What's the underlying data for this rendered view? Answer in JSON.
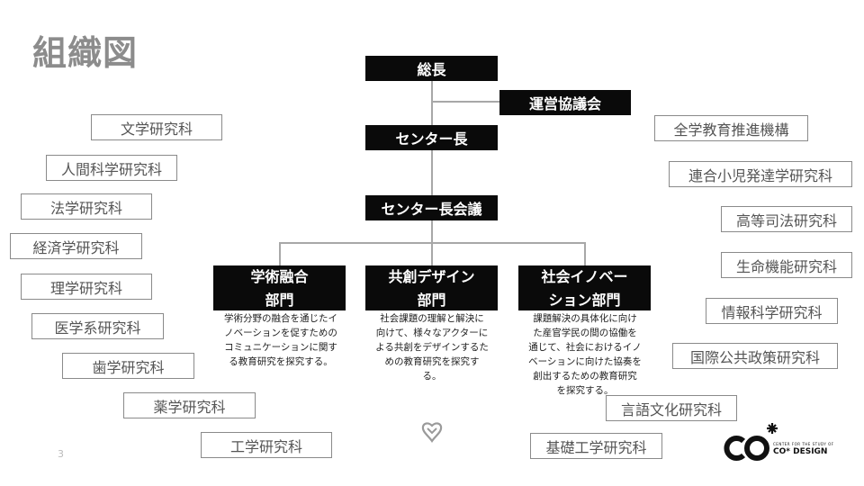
{
  "title": "組織図",
  "page_number": "3",
  "top": {
    "president": "総長",
    "council": "運営協議会",
    "director": "センター長",
    "directors_meeting": "センター長会議"
  },
  "departments": [
    {
      "title_line1": "学術融合",
      "title_line2": "部門",
      "desc": [
        "学術分野の融合を通じたイ",
        "ノベーションを促すための",
        "コミュニケーションに関す",
        "る教育研究を探究する。"
      ]
    },
    {
      "title_line1": "共創デザイン",
      "title_line2": "部門",
      "desc": [
        "社会課題の理解と解決に",
        "向けて、様々なアクターに",
        "よる共創をデザインするた",
        "めの教育研究を探究す",
        "る。"
      ]
    },
    {
      "title_line1": "社会イノベー",
      "title_line2": "ション部門",
      "desc": [
        "課題解決の具体化に向け",
        "た産官学民の間の協働を",
        "通じて、社会におけるイノ",
        "ベーションに向けた協奏を",
        "創出するための教育研究",
        "を探究する。"
      ]
    }
  ],
  "left_units": [
    "文学研究科",
    "人間科学研究科",
    "法学研究科",
    "経済学研究科",
    "理学研究科",
    "医学系研究科",
    "歯学研究科",
    "薬学研究科",
    "工学研究科"
  ],
  "right_units": [
    "全学教育推進機構",
    "連合小児発達学研究科",
    "高等司法研究科",
    "生命機能研究科",
    "情報科学研究科",
    "国際公共政策研究科",
    "言語文化研究科",
    "基礎工学研究科"
  ],
  "logo": {
    "mark": "CO*",
    "small_text": "CENTER FOR THE STUDY OF",
    "big_text": "CO* DESIGN"
  },
  "colors": {
    "black_box": "#0a0a0a",
    "outline_box": "#8a8a8a",
    "connector": "#a8a8a8",
    "title": "#8c8c8c"
  }
}
